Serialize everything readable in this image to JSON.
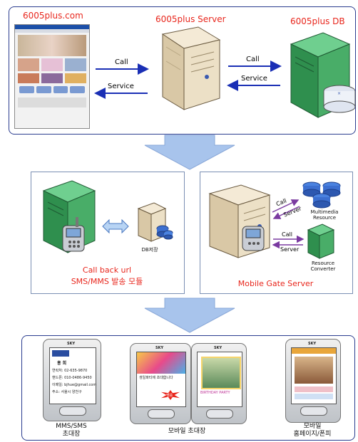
{
  "top": {
    "website_label": "6005plus.com",
    "server_label": "6005plus Server",
    "db_label": "6005plus DB",
    "call_1": "Call",
    "service_1": "Service",
    "call_2": "Call",
    "service_2": "Service"
  },
  "left_module": {
    "db_small_label": "DB저장",
    "title_line1": "Call back url",
    "title_line2": "SMS/MMS 발송 모듈"
  },
  "right_module": {
    "call_1": "Call",
    "server_1": "Server",
    "call_2": "Call",
    "server_2": "Server",
    "multimedia_line1": "Multimedia",
    "multimedia_line2": "Resource",
    "converter_line1": "Resource",
    "converter_line2": "Converter",
    "title": "Mobile Gate Server"
  },
  "phones": {
    "brand": "SKY",
    "mms_caption_line1": "MMS/SMS",
    "mms_caption_line2": "초대장",
    "invite_caption": "모바일 초대장",
    "homepage_caption_line1": "모바일",
    "homepage_caption_line2": "홈페이지/폰피",
    "card_name": "홍 희",
    "card_lines": [
      "연락처: 02-635-9870",
      "핸드폰: 010-0486-9450",
      "이메일: bjhue@gmail.com",
      "주소: 서울시 양천구"
    ],
    "birthday_text_1": "생일파티에 초대합니다",
    "birthday_badge": "쌩쏭",
    "birthday_text_2": "BIRTHDAY PARTY"
  },
  "colors": {
    "title_red": "#e8261c",
    "arrow_blue": "#1a2fb5",
    "big_arrow": "#a8c4ec",
    "server_beige": "#e9dcc2",
    "db_green": "#2f8f4e",
    "panel_border": "#7a8fb3"
  }
}
